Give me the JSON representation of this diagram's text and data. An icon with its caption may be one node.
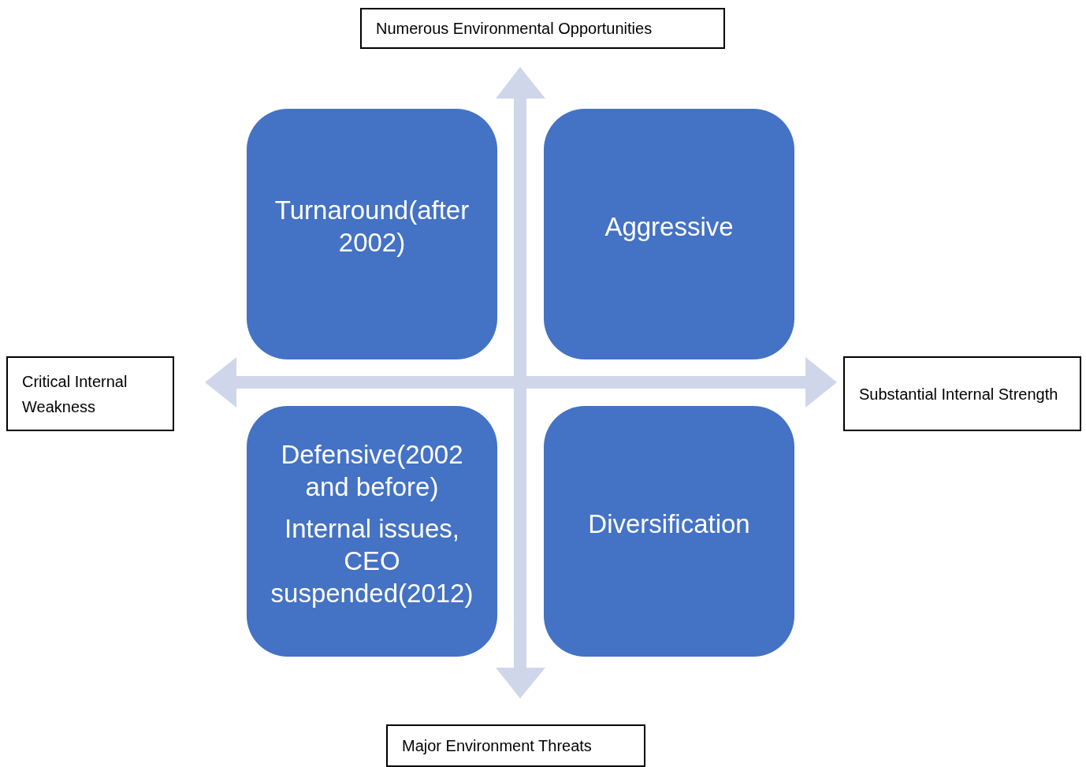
{
  "diagram": {
    "nodes": [
      {
        "text": [
          "Numerous Environmental Opportunities"
        ]
      },
      {
        "text": [
          "Turnaround(after 2002)"
        ]
      },
      {
        "text": [
          "Aggressive"
        ]
      },
      {
        "text": [
          "Critical Internal Weakness"
        ]
      },
      {
        "text": [
          "Substantial Internal Strength"
        ]
      },
      {
        "text": [
          "Defensive(2002 and before)",
          "Internal issues, CEO suspended(2012)"
        ]
      },
      {
        "text": [
          "Diversification"
        ]
      },
      {
        "text": [
          "Major Environment Threats"
        ]
      }
    ]
  }
}
